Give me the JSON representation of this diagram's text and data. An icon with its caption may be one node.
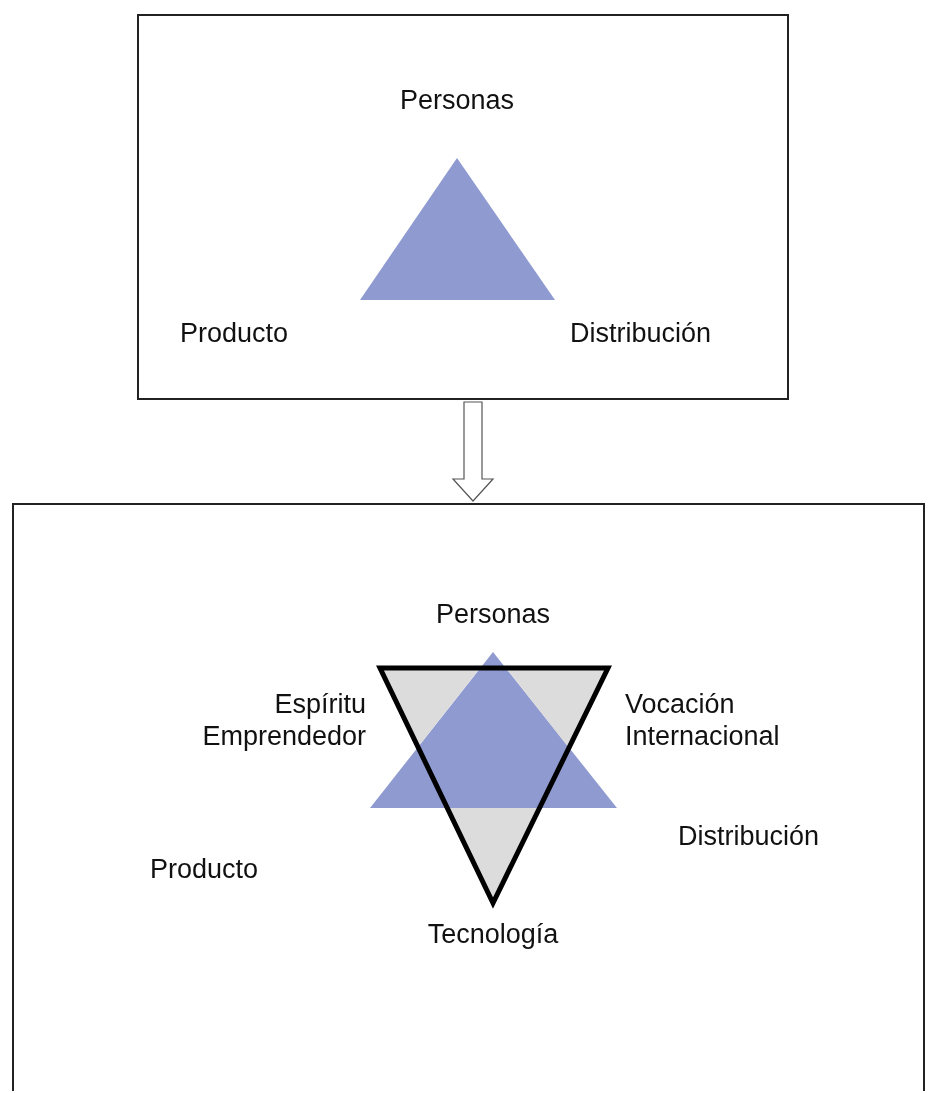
{
  "diagram": {
    "nodes": [
      {
        "text": [],
        "shape": "box"
      },
      {
        "text": [],
        "shape": "triangle",
        "in": 0
      },
      {
        "text": [],
        "shape": "box"
      },
      {
        "text": [],
        "shape": "triangle",
        "in": 2
      },
      {
        "text": [],
        "shape": "triangle",
        "in": 2
      }
    ],
    "edges": [
      {
        "from": 0,
        "to": 2,
        "arrow": "to"
      }
    ],
    "labels": [
      "Personas",
      "Producto",
      "Distribución",
      "Personas",
      "Espíritu Emprendedor",
      "Vocación Internacional",
      "Producto",
      "Distribución",
      "Tecnología"
    ]
  }
}
